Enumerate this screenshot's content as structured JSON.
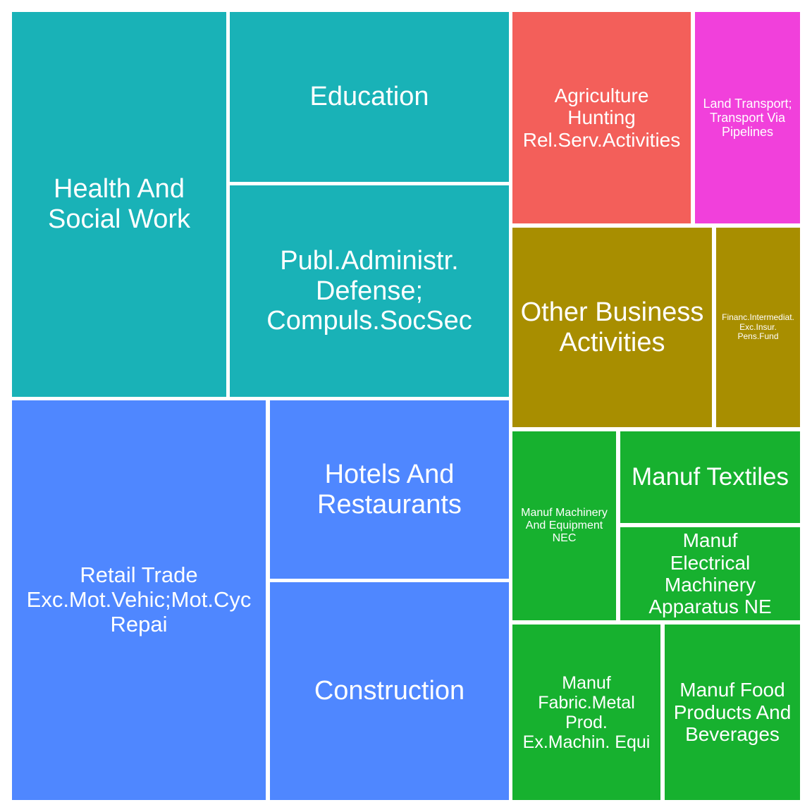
{
  "chart_data": {
    "type": "treemap",
    "colors": {
      "teal": "#19B2B7",
      "blue": "#4F87FF",
      "salmon": "#F35F5A",
      "magenta": "#F140DB",
      "olive": "#A88E00",
      "green": "#17B12F"
    },
    "tiles": [
      {
        "label": "Health And\nSocial Work",
        "group": "teal"
      },
      {
        "label": "Education",
        "group": "teal"
      },
      {
        "label": "Publ.Administr.\nDefense;\nCompuls.SocSec",
        "group": "teal"
      },
      {
        "label": "Retail Trade\nExc.Mot.Vehic;Mot.Cyc\nRepai",
        "group": "blue"
      },
      {
        "label": "Hotels And\nRestaurants",
        "group": "blue"
      },
      {
        "label": "Construction",
        "group": "blue"
      },
      {
        "label": "Agriculture\nHunting\nRel.Serv.Activities",
        "group": "salmon"
      },
      {
        "label": "Land Transport;\nTransport Via\nPipelines",
        "group": "magenta"
      },
      {
        "label": "Other Business\nActivities",
        "group": "olive"
      },
      {
        "label": "Financ.Intermediat.\nExc.Insur.\nPens.Fund",
        "group": "olive"
      },
      {
        "label": "Manuf Machinery\nAnd Equipment\nNEC",
        "group": "green"
      },
      {
        "label": "Manuf Textiles",
        "group": "green"
      },
      {
        "label": "Manuf\nElectrical\nMachinery\nApparatus NE",
        "group": "green"
      },
      {
        "label": "Manuf\nFabric.Metal\nProd.\nEx.Machin. Equi",
        "group": "green"
      },
      {
        "label": "Manuf Food\nProducts And\nBeverages",
        "group": "green"
      }
    ]
  }
}
